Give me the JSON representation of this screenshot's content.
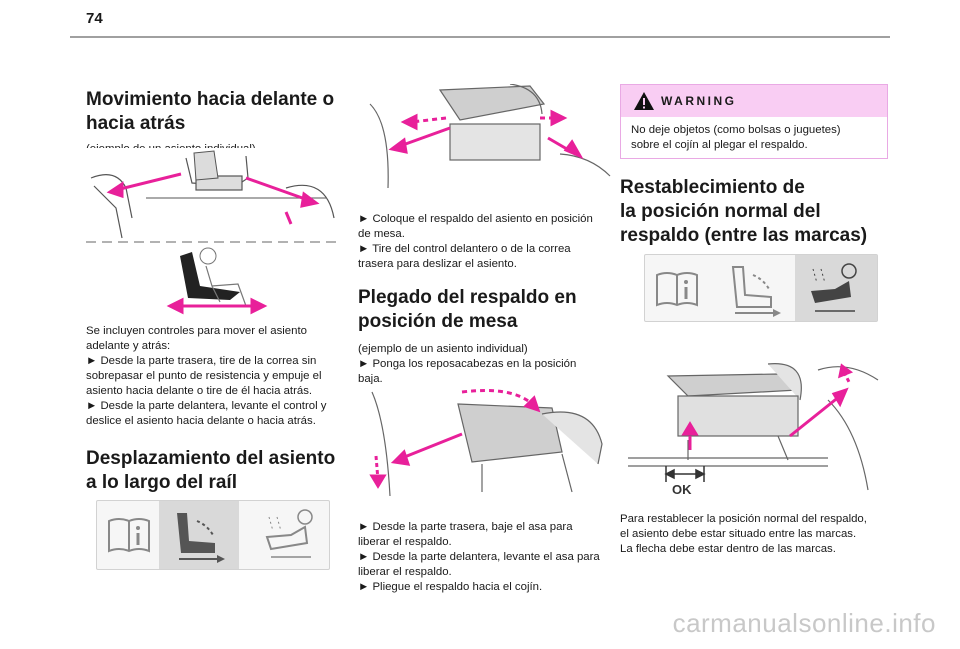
{
  "page_number": "74",
  "col1": {
    "heading1": [
      "Movimiento hacia delante o",
      "hacia atrás"
    ],
    "caption1": "(ejemplo de un asiento individual)",
    "para1": [
      "Se incluyen controles para mover el asiento",
      "adelante y atrás:",
      "► Desde la parte trasera, tire de la correa sin",
      "sobrepasar el punto de resistencia y empuje el",
      "asiento hacia delante o tire de él hacia atrás.",
      "► Desde la parte delantera, levante el control y",
      "deslice el asiento hacia delante o hacia atrás."
    ],
    "heading2": [
      "Desplazamiento del asiento",
      "a lo largo del raíl"
    ]
  },
  "col2": {
    "para1": [
      "► Coloque el respaldo del asiento en posición",
      "de mesa.",
      "► Tire del control delantero o de la correa",
      "trasera para deslizar el asiento."
    ],
    "heading": [
      "Plegado del respaldo en",
      "posición de mesa"
    ],
    "para2": [
      "(ejemplo de un asiento individual)",
      "► Ponga los reposacabezas en la posición",
      "baja."
    ],
    "para3": [
      "► Desde la parte trasera, baje el asa para",
      "liberar el respaldo.",
      "► Desde la parte delantera, levante el asa para",
      "liberar el respaldo.",
      "► Pliegue el respaldo hacia el cojín."
    ]
  },
  "col3": {
    "warning_title": "WARNING",
    "warning_text": [
      "No deje objetos (como bolsas o juguetes)",
      "sobre el cojín al plegar el respaldo."
    ],
    "heading": [
      "Restablecimiento de",
      "la posición normal del",
      "respaldo (entre las marcas)"
    ],
    "ok_label": "OK",
    "para": [
      "Para restablecer la posición normal del respaldo,",
      "el asiento debe estar situado entre las marcas.",
      "La flecha debe estar dentro de las marcas."
    ]
  },
  "watermark": "carmanualsonline.info",
  "colors": {
    "accent_arrow": "#e8209a",
    "warning_header": "#f9cdf3",
    "warning_border": "#e9a9e4",
    "heading": "#1a1a1a"
  },
  "icons": [
    "book-info-icon",
    "seat-icon",
    "seat-adjust-icon",
    "warning-triangle-icon"
  ]
}
